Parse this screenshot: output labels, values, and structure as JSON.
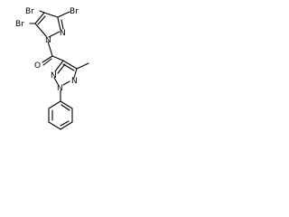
{
  "molecule": {
    "atoms": {
      "br_top_left": "Br",
      "br_top_right": "Br",
      "br_left": "Br",
      "n_pyrazole_1": "N",
      "n_pyrazole_2": "N",
      "o_carbonyl": "O",
      "n_triazole_1": "N",
      "n_triazole_2": "N",
      "n_triazole_3": "N"
    }
  }
}
